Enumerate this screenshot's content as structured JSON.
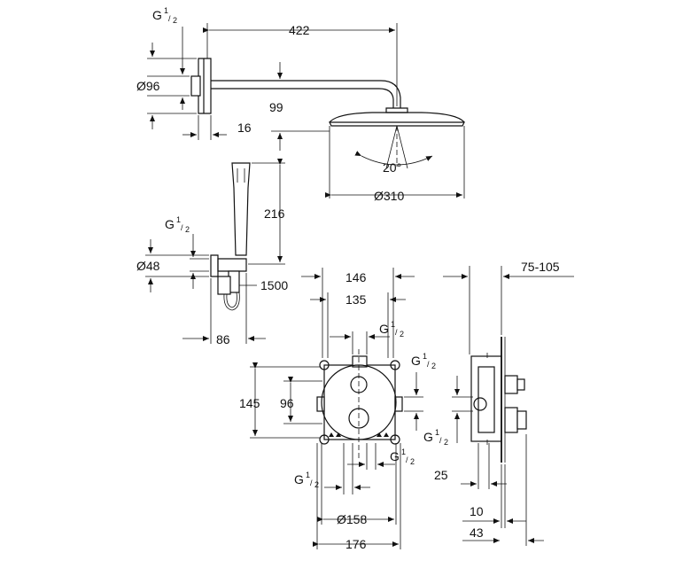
{
  "dimensions": {
    "arm_length": "422",
    "arm_drop": "99",
    "flange_diameter": "Ø96",
    "flange_depth": "16",
    "head_diameter": "Ø310",
    "head_angle": "20°",
    "handshower_height": "216",
    "outlet_diameter": "Ø48",
    "hose_length": "1500",
    "outlet_projection": "86",
    "box_width_outer": "146",
    "box_width_inner": "135",
    "box_height": "145",
    "knob_spacing": "96",
    "cover_diameter": "Ø158",
    "cover_width": "176",
    "wall_depth": "75-105",
    "side_offset": "25",
    "side_min": "10",
    "side_projection": "43"
  },
  "thread": {
    "letter": "G",
    "num": "1",
    "den": "2"
  }
}
